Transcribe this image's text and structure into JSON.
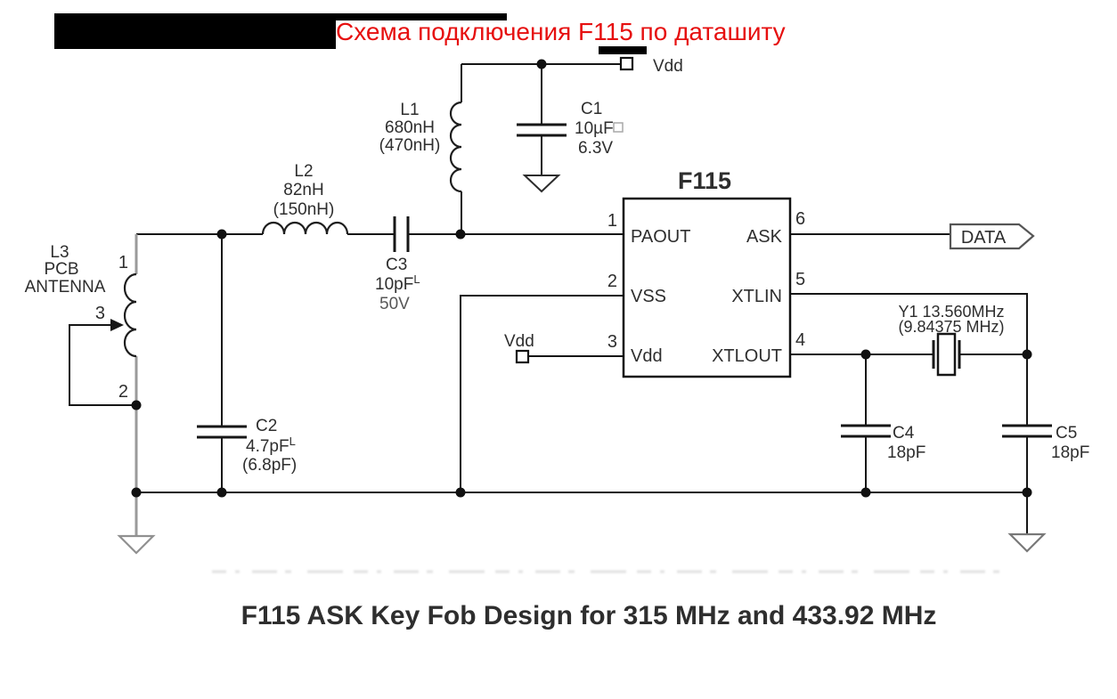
{
  "header": {
    "title": "Схема подключения F115 по даташиту",
    "title_color": "#e60f0f",
    "redaction": "black-bars"
  },
  "colors": {
    "line": "#161616",
    "antenna_wire_gray": "#9a9a9a",
    "title_red": "#e60f0f"
  },
  "schematic": {
    "ic": {
      "title": "F115",
      "pins_left": [
        {
          "num": "1",
          "label": "PAOUT"
        },
        {
          "num": "2",
          "label": "VSS"
        },
        {
          "num": "3",
          "label": "Vdd"
        }
      ],
      "pins_right": [
        {
          "num": "6",
          "label": "ASK"
        },
        {
          "num": "5",
          "label": "XTLIN"
        },
        {
          "num": "4",
          "label": "XTLOUT"
        }
      ]
    },
    "components": {
      "l1": {
        "ref": "L1",
        "value": "680nH",
        "alt": "(470nH)"
      },
      "l2": {
        "ref": "L2",
        "value": "82nH",
        "alt": "(150nH)"
      },
      "l3": {
        "ref": "L3",
        "line1": "PCB",
        "line2": "ANTENNA",
        "pin_top": "1",
        "pin_tap": "3",
        "pin_bottom": "2"
      },
      "c1": {
        "ref": "C1",
        "value": "10µF",
        "extra": "6.3V"
      },
      "c2": {
        "ref": "C2",
        "value": "4.7pF",
        "sup": "L",
        "alt": "(6.8pF)"
      },
      "c3": {
        "ref": "C3",
        "value": "10pF",
        "sup": "L",
        "extra": "50V"
      },
      "c4": {
        "ref": "C4",
        "value": "18pF"
      },
      "c5": {
        "ref": "C5",
        "value": "18pF"
      },
      "y1": {
        "line1": "Y1 13.560MHz",
        "line2": "(9.84375 MHz)"
      }
    },
    "terminals": {
      "vdd_top": "Vdd",
      "vdd_pin3": "Vdd",
      "data_flag": "DATA"
    }
  },
  "caption": "F115 ASK Key Fob Design for 315 MHz and 433.92 MHz"
}
